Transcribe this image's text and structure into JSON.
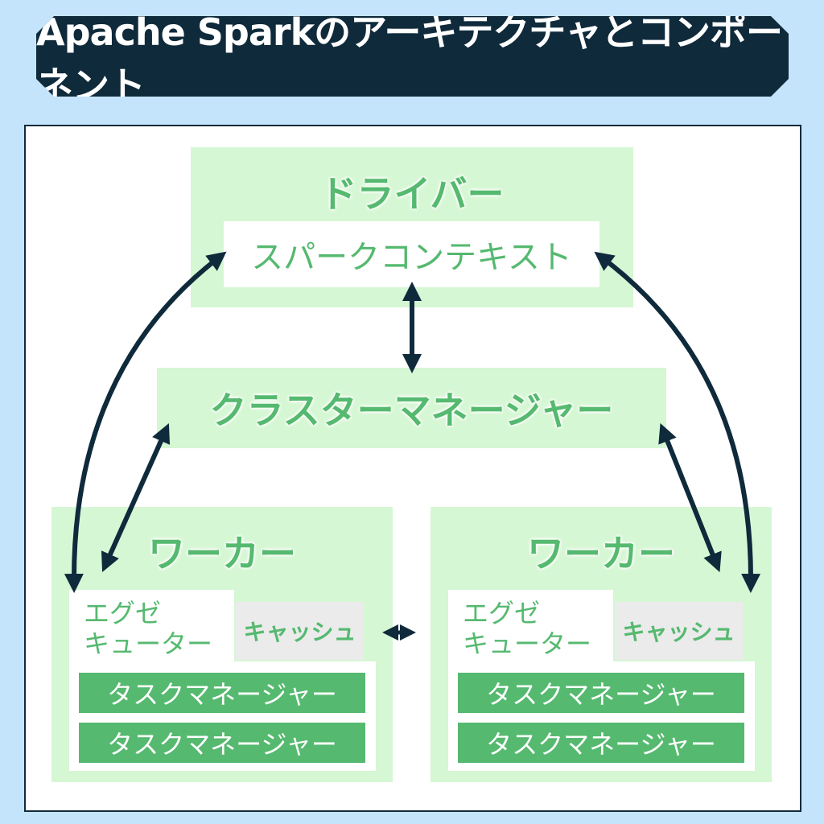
{
  "title": "Apache Sparkのアーキテクチャとコンポーネント",
  "driver": {
    "label": "ドライバー",
    "context": "スパークコンテキスト"
  },
  "cluster_manager": {
    "label": "クラスターマネージャー"
  },
  "workers": [
    {
      "label": "ワーカー",
      "executor_line1": "エグゼ",
      "executor_line2": "キューター",
      "cache": "キャッシュ",
      "tasks": [
        "タスクマネージャー",
        "タスクマネージャー"
      ]
    },
    {
      "label": "ワーカー",
      "executor_line1": "エグゼ",
      "executor_line2": "キューター",
      "cache": "キャッシュ",
      "tasks": [
        "タスクマネージャー",
        "タスクマネージャー"
      ]
    }
  ],
  "colors": {
    "background": "#c4e4fb",
    "dark": "#0f2a3b",
    "green": "#55b96f",
    "light_green": "#d6f7d4"
  }
}
